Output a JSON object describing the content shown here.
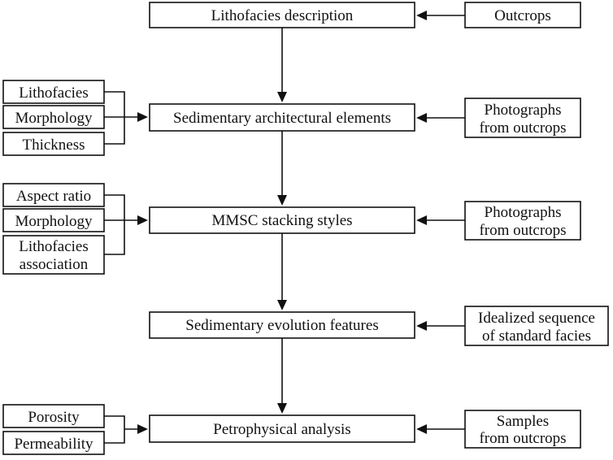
{
  "diagram": {
    "main": [
      "Lithofacies description",
      "Sedimentary architectural elements",
      "MMSC stacking styles",
      "Sedimentary evolution features",
      "Petrophysical analysis"
    ],
    "right_inputs": [
      [
        "Outcrops"
      ],
      [
        "Photographs",
        "from outcrops"
      ],
      [
        "Photographs",
        "from outcrops"
      ],
      [
        "Idealized sequence",
        "of standard facies"
      ],
      [
        "Samples",
        "from outcrops"
      ]
    ],
    "left_group_1": [
      [
        "Lithofacies"
      ],
      [
        "Morphology"
      ],
      [
        "Thickness"
      ]
    ],
    "left_group_2": [
      [
        "Aspect ratio"
      ],
      [
        "Morphology"
      ],
      [
        "Lithofacies",
        "association"
      ]
    ],
    "left_group_3": [
      [
        "Porosity"
      ],
      [
        "Permeability"
      ]
    ]
  }
}
